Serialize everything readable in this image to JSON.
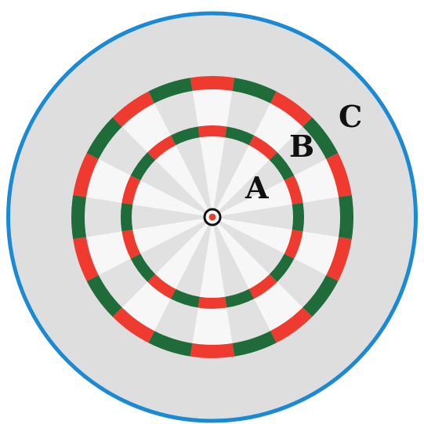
{
  "figure": {
    "labels": {
      "a": "A",
      "b": "B",
      "c": "C"
    },
    "sector_count": 20,
    "colors": {
      "rim": "#1a8ad4",
      "board_outer": "#dedede",
      "sector_light": "#f7f7f7",
      "sector_dark": "#e1e1e1",
      "ring_red": "#ef3b2f",
      "ring_green": "#1f6b3a",
      "bull_outline": "#111111",
      "bull_center": "#e2403a"
    }
  }
}
